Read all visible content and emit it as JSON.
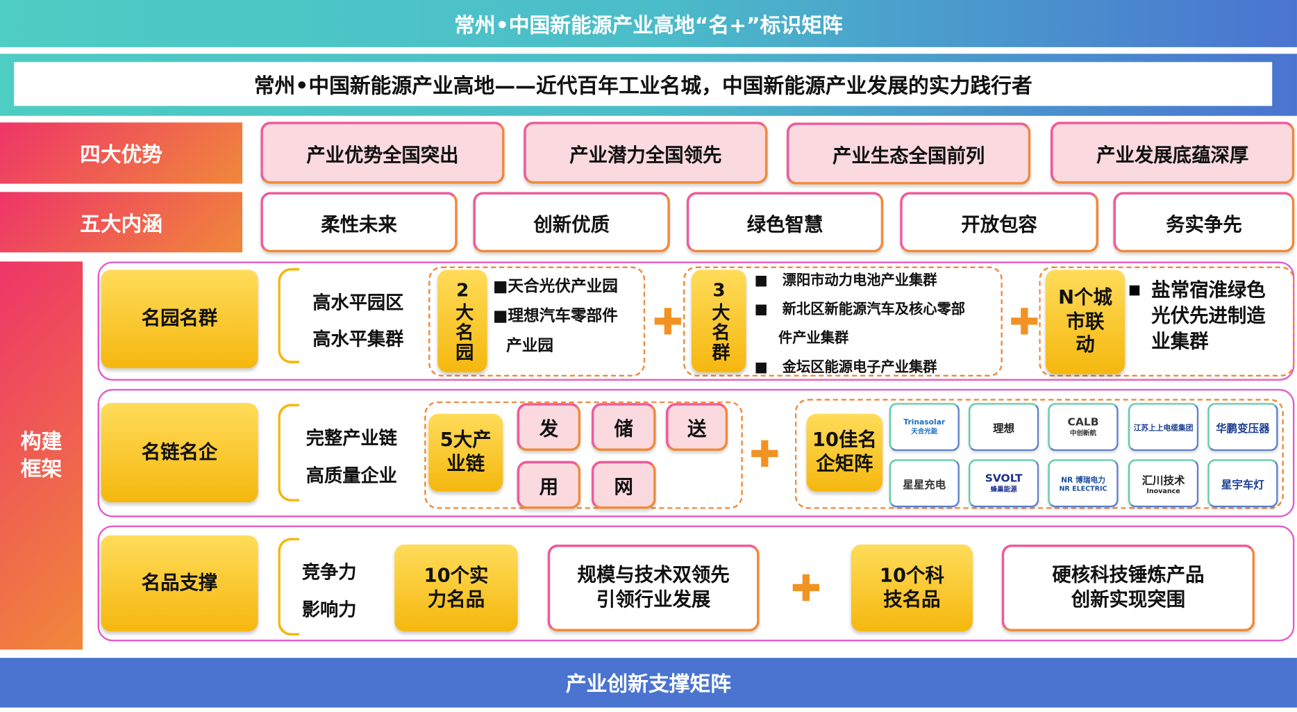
{
  "header": {
    "title": "常州•中国新能源产业高地“名+”标识矩阵",
    "subtitle": "常州•中国新能源产业高地——近代百年工业名城，中国新能源产业发展的实力践行者"
  },
  "advantages": {
    "label": "四大优势",
    "items": [
      "产业优势全国突出",
      "产业潜力全国领先",
      "产业生态全国前列",
      "产业发展底蕴深厚"
    ]
  },
  "connotations": {
    "label": "五大内涵",
    "items": [
      "柔性未来",
      "创新优质",
      "绿色智慧",
      "开放包容",
      "务实争先"
    ]
  },
  "framework": {
    "label": "构建框架",
    "parks": {
      "title": "名园名群",
      "points": [
        "高水平园区",
        "高水平集群"
      ],
      "two": {
        "tag": "2大名园",
        "items": [
          "■天合光伏产业园",
          "■理想汽车零部件",
          "产业园"
        ]
      },
      "three": {
        "tag": "3大名群",
        "items": [
          "漂阳市动力电池产业集群",
          "新北区新能源汽车及核心零部",
          "件产业集群",
          "金坛区能源电子产业集群"
        ]
      },
      "n": {
        "tag": "N个城市联动",
        "text": "盐常宿淮绿色光伏先进制造业集群"
      }
    },
    "chains": {
      "title": "名链名企",
      "points": [
        "完整产业链",
        "高质量企业"
      ],
      "five": {
        "tag": "5大产业链",
        "items": [
          "发",
          "储",
          "送",
          "用",
          "网"
        ]
      },
      "ten": {
        "tag": "10佳名企矩阵",
        "logos": [
          {
            "name": "Trinasolar",
            "sub": "天合光能",
            "color": "#1b6fc0"
          },
          {
            "name": "理想",
            "sub": "",
            "color": "#222"
          },
          {
            "name": "CALB",
            "sub": "中创新航",
            "color": "#333"
          },
          {
            "name": "江苏上上电缆集团",
            "sub": "",
            "color": "#1b3f8f"
          },
          {
            "name": "华鹏变压器",
            "sub": "",
            "color": "#1b3f8f"
          },
          {
            "name": "星星充电",
            "sub": "",
            "color": "#333"
          },
          {
            "name": "SVOLT",
            "sub": "蜂巢能源",
            "color": "#1b2f8f"
          },
          {
            "name": "NR 博瑞电力",
            "sub": "NR ELECTRIC",
            "color": "#1b4fa0"
          },
          {
            "name": "汇川技术",
            "sub": "Inovance",
            "color": "#222"
          },
          {
            "name": "星宇车灯",
            "sub": "",
            "color": "#1b3f8f"
          }
        ]
      }
    },
    "products": {
      "title": "名品支撑",
      "points": [
        "竞争力",
        "影响力"
      ],
      "strength": {
        "tag": "10个实力名品",
        "text": [
          "规模与技术双领先",
          "引领行业发展"
        ]
      },
      "tech": {
        "tag": "10个科技名品",
        "text": [
          "硬核科技锤炼产品",
          "创新实现突围"
        ]
      }
    }
  },
  "footer": {
    "title": "产业创新支撑矩阵"
  }
}
